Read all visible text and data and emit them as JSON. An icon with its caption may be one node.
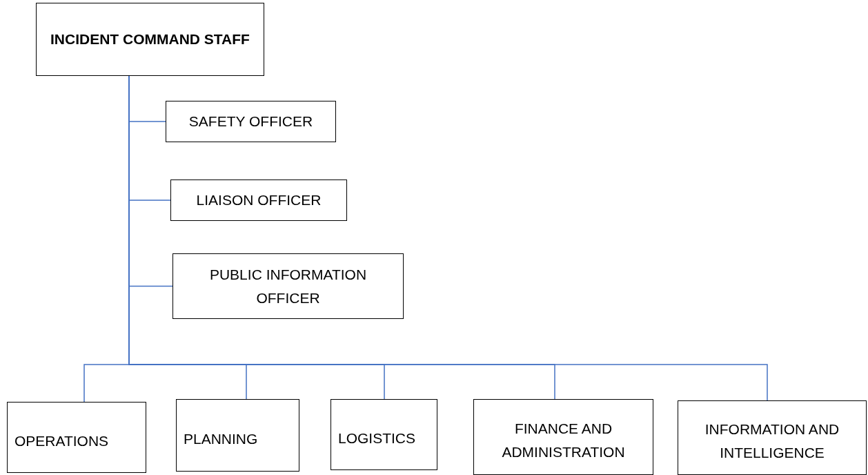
{
  "diagram": {
    "nodes": [
      {
        "text": [
          "INCIDENT COMMAND STAFF"
        ]
      },
      {
        "text": [
          "SAFETY OFFICER"
        ]
      },
      {
        "text": [
          "LIAISON OFFICER"
        ]
      },
      {
        "text": [
          "PUBLIC INFORMATION OFFICER"
        ]
      },
      {
        "text": [
          "OPERATIONS"
        ]
      },
      {
        "text": [
          "PLANNING"
        ]
      },
      {
        "text": [
          "LOGISTICS"
        ]
      },
      {
        "text": [
          "FINANCE AND ADMINISTRATION"
        ]
      },
      {
        "text": [
          "INFORMATION AND INTELLIGENCE"
        ]
      }
    ],
    "edges": [
      {
        "from": 0,
        "to": 1,
        "arrow": "none"
      },
      {
        "from": 0,
        "to": 2,
        "arrow": "none"
      },
      {
        "from": 0,
        "to": 3,
        "arrow": "none"
      },
      {
        "from": 0,
        "to": 4,
        "arrow": "none"
      },
      {
        "from": 0,
        "to": 5,
        "arrow": "none"
      },
      {
        "from": 0,
        "to": 6,
        "arrow": "none"
      },
      {
        "from": 0,
        "to": 7,
        "arrow": "none"
      },
      {
        "from": 0,
        "to": 8,
        "arrow": "none"
      }
    ]
  }
}
